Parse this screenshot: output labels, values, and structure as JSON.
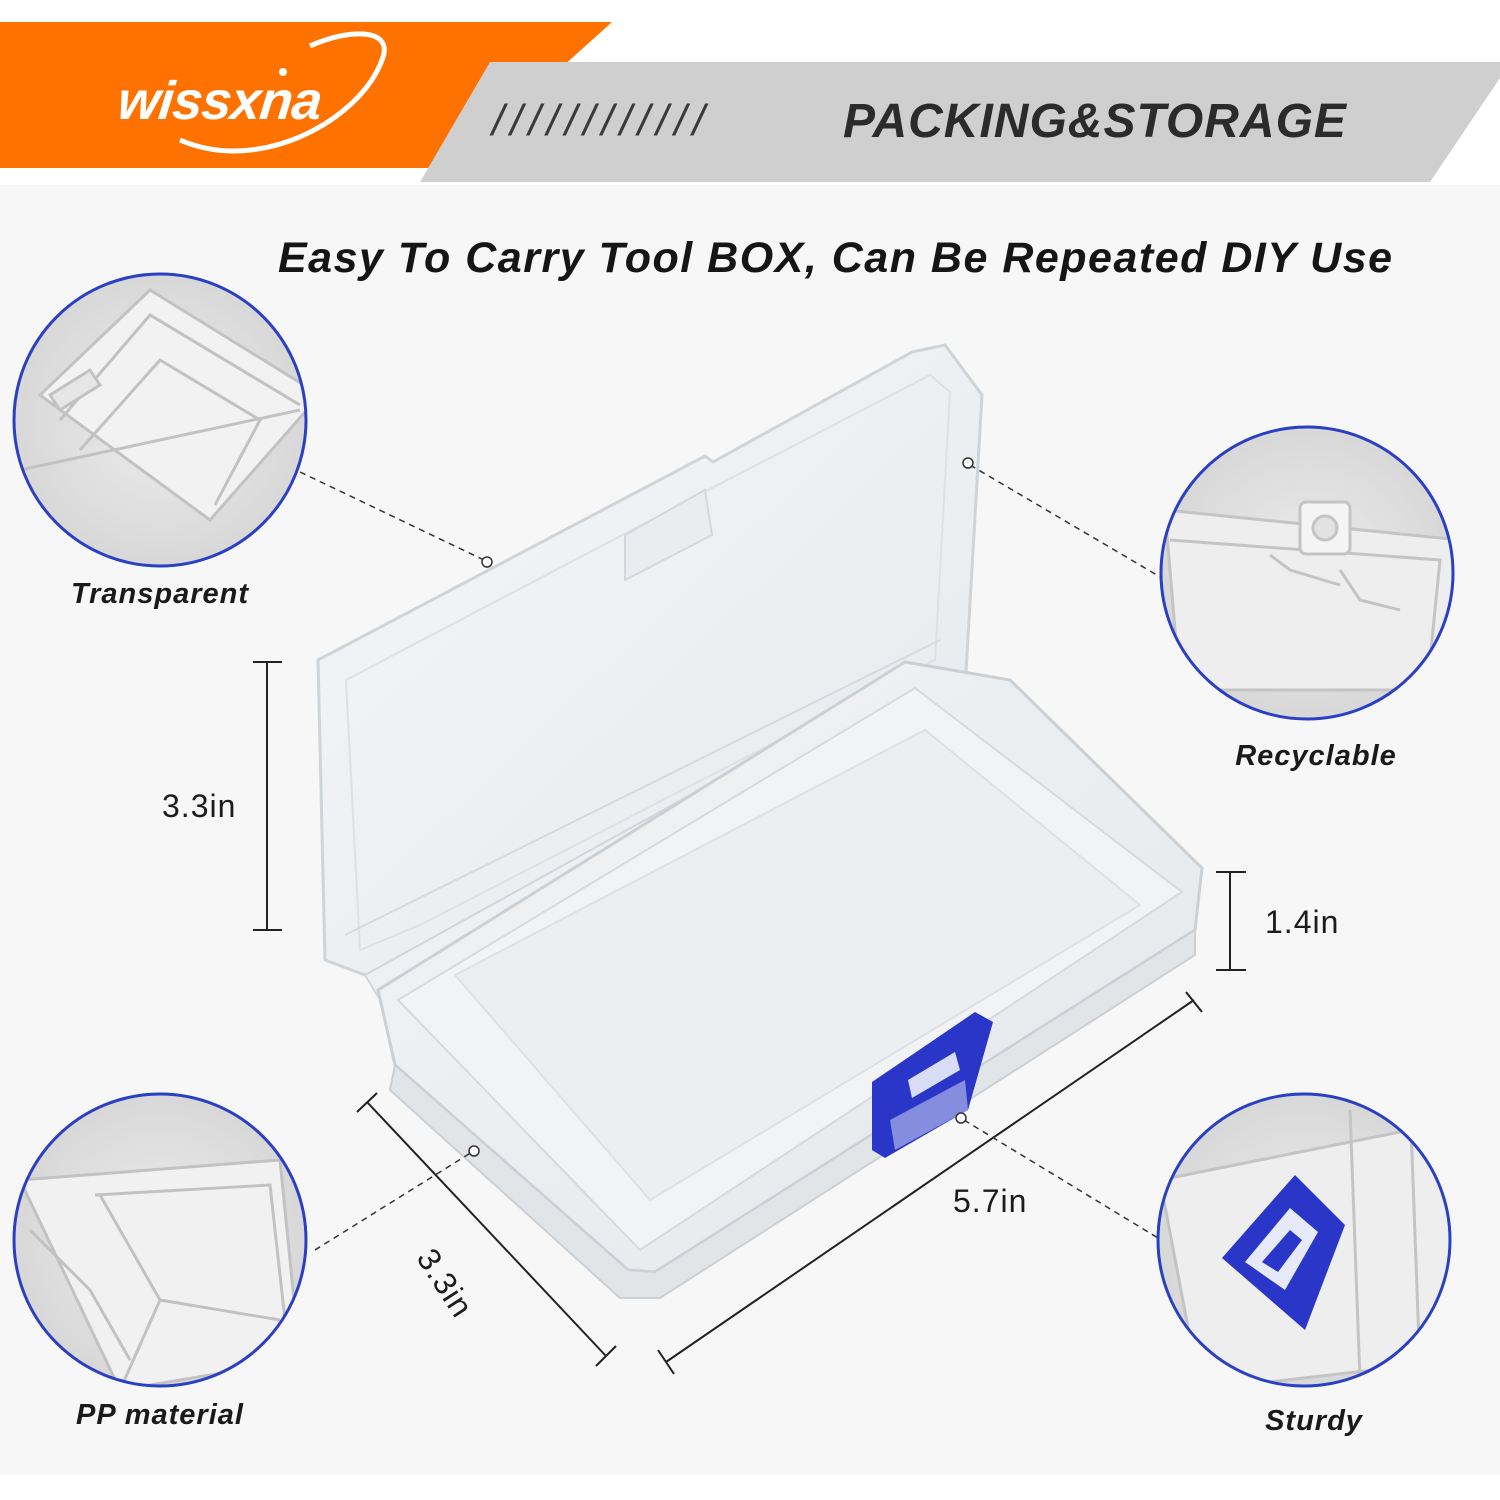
{
  "brand": {
    "name": "wissxna",
    "color": "#ff7200"
  },
  "banner": {
    "slashes": "////////////",
    "title": "PACKING&STORAGE",
    "color": "#cfcfcf"
  },
  "subtitle": "Easy To Carry Tool BOX, Can Be Repeated DIY Use",
  "features": {
    "transparent": "Transparent",
    "recyclable": "Recyclable",
    "pp_material": "PP material",
    "sturdy": "Sturdy"
  },
  "dimensions": {
    "lid_height": "3.3in",
    "box_depth": "1.4in",
    "length": "5.7in",
    "width": "3.3in"
  },
  "colors": {
    "circle_border": "#2a3fc4",
    "latch": "#2a36c8"
  }
}
